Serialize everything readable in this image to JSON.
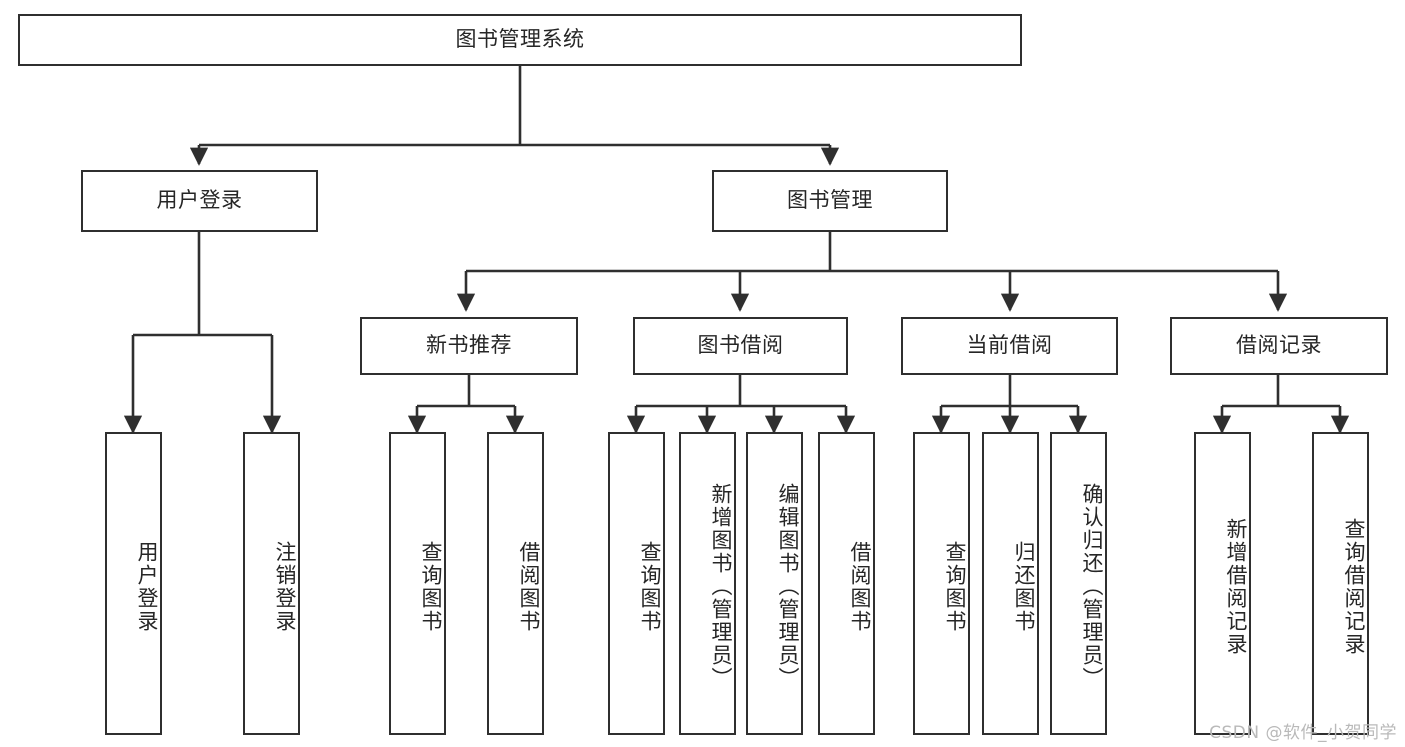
{
  "diagram": {
    "title": "图书管理系统",
    "type": "function-structure-tree",
    "root": {
      "label": "图书管理系统"
    },
    "level2": [
      {
        "label": "用户登录"
      },
      {
        "label": "图书管理"
      }
    ],
    "level3": [
      {
        "label": "新书推荐"
      },
      {
        "label": "图书借阅"
      },
      {
        "label": "当前借阅"
      },
      {
        "label": "借阅记录"
      }
    ],
    "leaves": {
      "user_login": [
        {
          "label": "用户登录"
        },
        {
          "label": "注销登录"
        }
      ],
      "new_book_recommend": [
        {
          "label": "查询图书"
        },
        {
          "label": "借阅图书"
        }
      ],
      "book_borrow": [
        {
          "label": "查询图书"
        },
        {
          "label": "新增图书（管理员）"
        },
        {
          "label": "编辑图书（管理员）"
        },
        {
          "label": "借阅图书"
        }
      ],
      "current_borrow": [
        {
          "label": "查询图书"
        },
        {
          "label": "归还图书"
        },
        {
          "label": "确认归还（管理员）"
        }
      ],
      "borrow_records": [
        {
          "label": "新增借阅记录"
        },
        {
          "label": "查询借阅记录"
        }
      ]
    }
  },
  "watermark": {
    "text": "CSDN @软件_小贺同学"
  },
  "colors": {
    "stroke": "#2f2f2f",
    "fill": "#ffffff",
    "text": "#262626",
    "watermark": "#b9b9b9"
  }
}
